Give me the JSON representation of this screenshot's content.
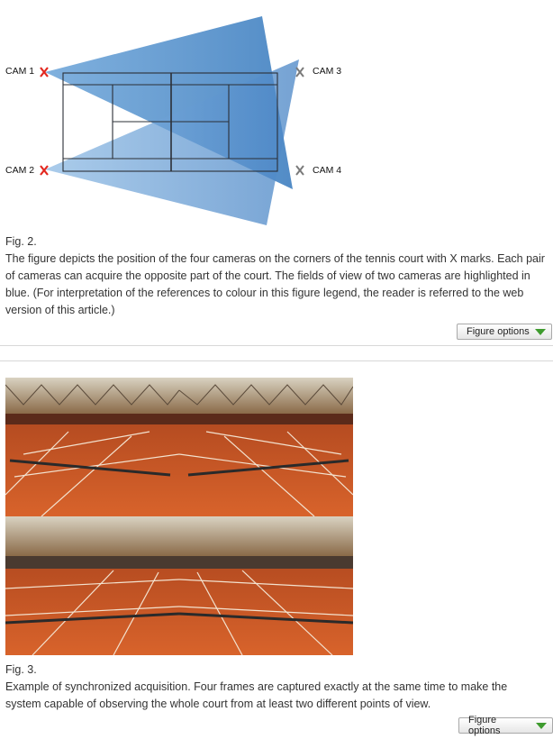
{
  "figure2": {
    "cam_labels": [
      "CAM 1",
      "CAM 2",
      "CAM 3",
      "CAM 4"
    ],
    "cam_mark": "X",
    "marker_colors": {
      "active": "#e3271e",
      "inactive": "#7a7a7a"
    },
    "fov_color": "#3b7fc4",
    "title": "Fig. 2.",
    "caption": "The figure depicts the position of the four cameras on the corners of the tennis court with X marks. Each pair of cameras can acquire the opposite part of the court. The fields of view of two cameras are highlighted in blue. (For interpretation of the references to colour in this figure legend, the reader is referred to the web version of this article.)",
    "button_label": "Figure options",
    "button_icon": "green-triangle-down-icon"
  },
  "figure3": {
    "title": "Fig. 3.",
    "caption": "Example of synchronized acquisition. Four frames are captured exactly at the same time to make the system capable of observing the whole court from at least two different points of view.",
    "button_label": "Figure options",
    "button_icon": "green-triangle-down-icon",
    "court_color": "#c4511f"
  }
}
